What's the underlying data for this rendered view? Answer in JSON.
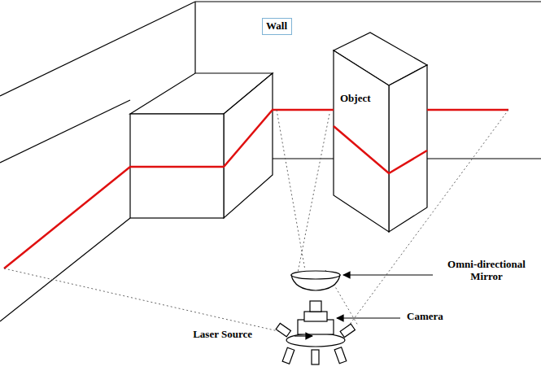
{
  "diagram": {
    "nodes": [
      {
        "text": [
          "Wall"
        ]
      }
    ],
    "labels": [
      "Object",
      "Omni-directional Mirror",
      "Camera",
      "Laser Source"
    ]
  }
}
